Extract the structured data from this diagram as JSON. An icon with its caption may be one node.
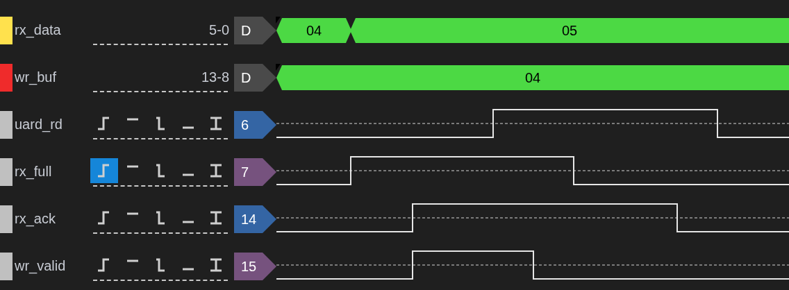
{
  "diagram": {
    "nodes": [
      {
        "text": [
          "D"
        ]
      },
      {
        "text": [
          "04"
        ]
      },
      {
        "text": [
          "05"
        ]
      },
      {
        "text": [
          "D"
        ]
      },
      {
        "text": [
          "04"
        ]
      },
      {
        "text": [
          "6"
        ]
      },
      {
        "text": [
          "7"
        ]
      },
      {
        "text": [
          "14"
        ]
      },
      {
        "text": [
          "15"
        ]
      }
    ],
    "labels": [
      "rx_data",
      "5-0",
      "wr_buf",
      "13-8",
      "uard_rd",
      "rx_full",
      "rx_ack",
      "wr_valid"
    ]
  }
}
